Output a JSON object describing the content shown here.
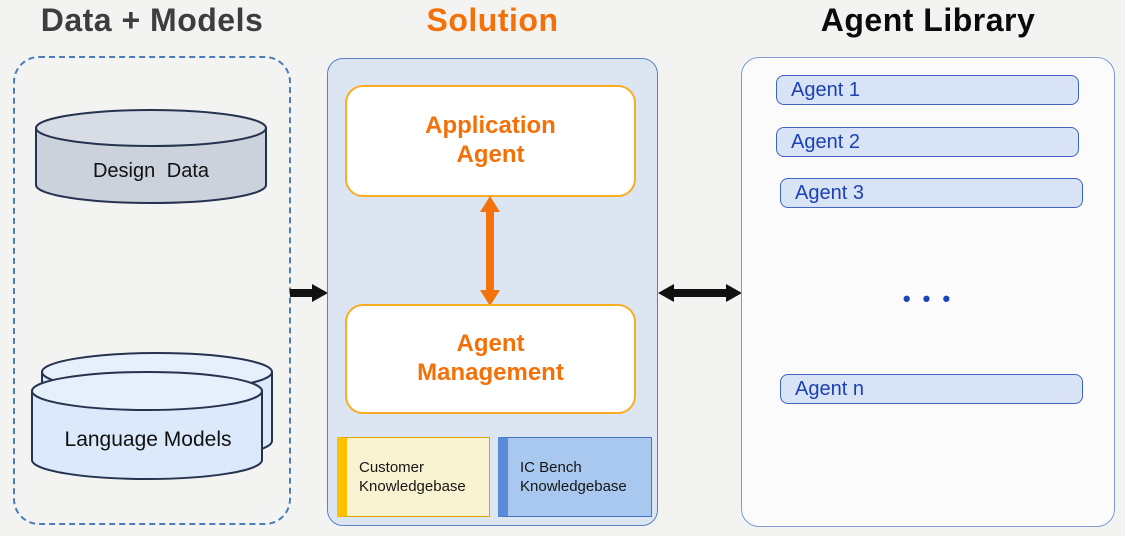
{
  "titles": {
    "left": "Data + Models",
    "middle": "Solution",
    "right": "Agent Library"
  },
  "data_models": {
    "design_data_label": "Design Data",
    "language_models_label": "Language Models"
  },
  "solution": {
    "application_agent_label": "Application Agent",
    "agent_management_label": "Agent Management",
    "customer_kb_label": "Customer Knowledgebase",
    "ic_bench_kb_label": "IC Bench Knowledgebase"
  },
  "agent_library": {
    "items": [
      "Agent 1",
      "Agent 2",
      "Agent 3"
    ],
    "ellipsis": "• • •",
    "last_item_label": "Agent n"
  },
  "colors": {
    "accent_orange": "#F4710A",
    "panel_blue_fill": "#DCE6F3",
    "panel_border_blue": "#4472C4",
    "agent_chip_fill": "#D8E4F6",
    "agent_text_blue": "#1B41B4",
    "kb_yellow_fill": "#FAF3D2",
    "kb_yellow_bar": "#FFC000",
    "kb_blue_fill": "#A9C8EF",
    "kb_blue_bar": "#5A8AD8",
    "dashed_border": "#4A7EBB",
    "arrow_black": "#111111"
  }
}
